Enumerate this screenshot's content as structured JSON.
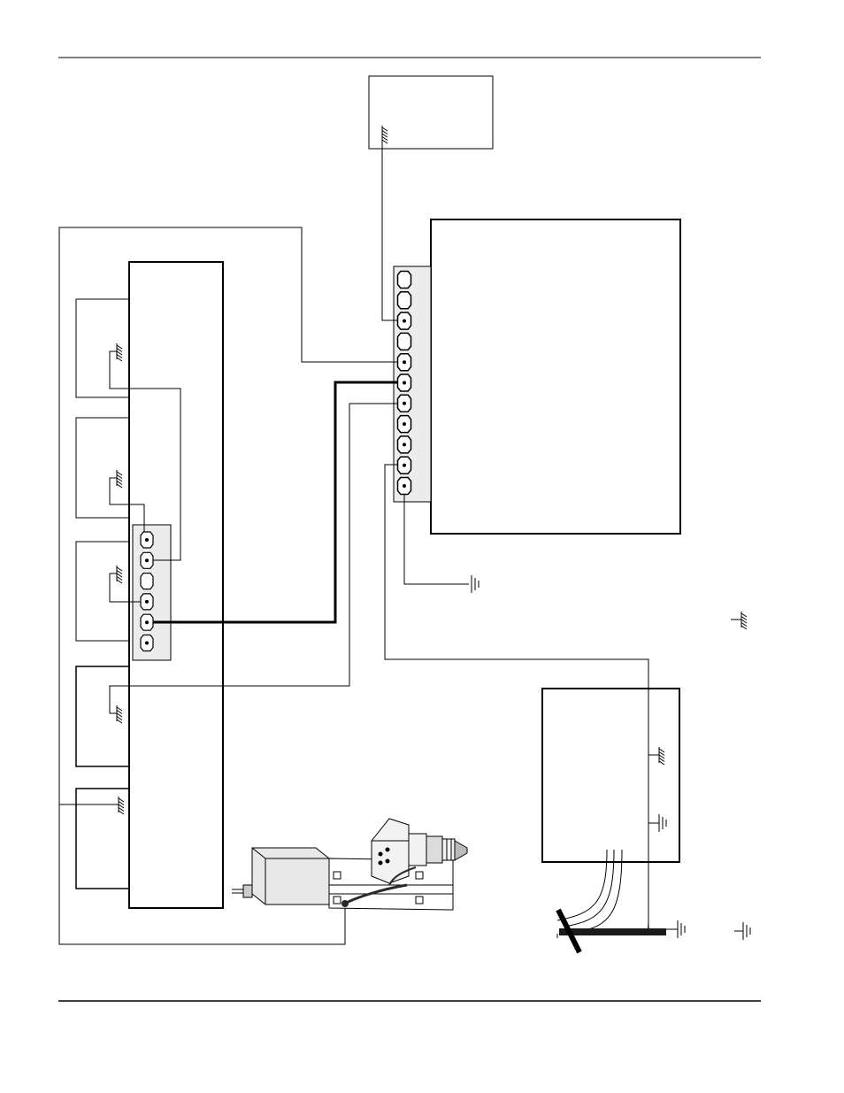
{
  "page": {
    "background": "#ffffff",
    "line_color": "#000000",
    "terminal_fill": "#ececec",
    "cable_color": "#2a2a2a"
  },
  "components": {
    "top_box": {
      "ground": "chassis-ground-icon"
    },
    "main_unit": {
      "terminal_count": 11
    },
    "controller_rack": {
      "module_count": 5,
      "terminal_count": 6
    },
    "lower_right_box": {
      "grounds": [
        "chassis-ground-icon",
        "earth-ground-icon"
      ]
    }
  }
}
